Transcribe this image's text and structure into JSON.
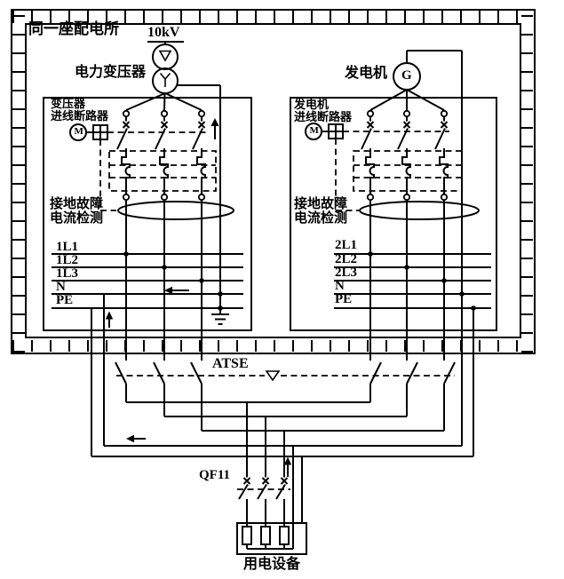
{
  "title": "同一座配电所",
  "left": {
    "voltage": "10kV",
    "transformer": "电力变压器",
    "breaker_line1": "变压器",
    "breaker_line2": "进线断路器",
    "motor": "M",
    "fault_line1": "接地故障",
    "fault_line2": "电流检测",
    "buses": [
      "1L1",
      "1L2",
      "1L3",
      "N",
      "PE"
    ]
  },
  "right": {
    "generator": "发电机",
    "generator_symbol": "G",
    "breaker_line1": "发电机",
    "breaker_line2": "进线断路器",
    "motor": "M",
    "fault_line1": "接地故障",
    "fault_line2": "电流检测",
    "buses": [
      "2L1",
      "2L2",
      "2L3",
      "N",
      "PE"
    ]
  },
  "atse": {
    "label": "ATSE"
  },
  "qf11": {
    "label": "QF11"
  },
  "load": {
    "label": "用电设备"
  },
  "colors": {
    "line": "#000000",
    "bg": "#ffffff"
  }
}
